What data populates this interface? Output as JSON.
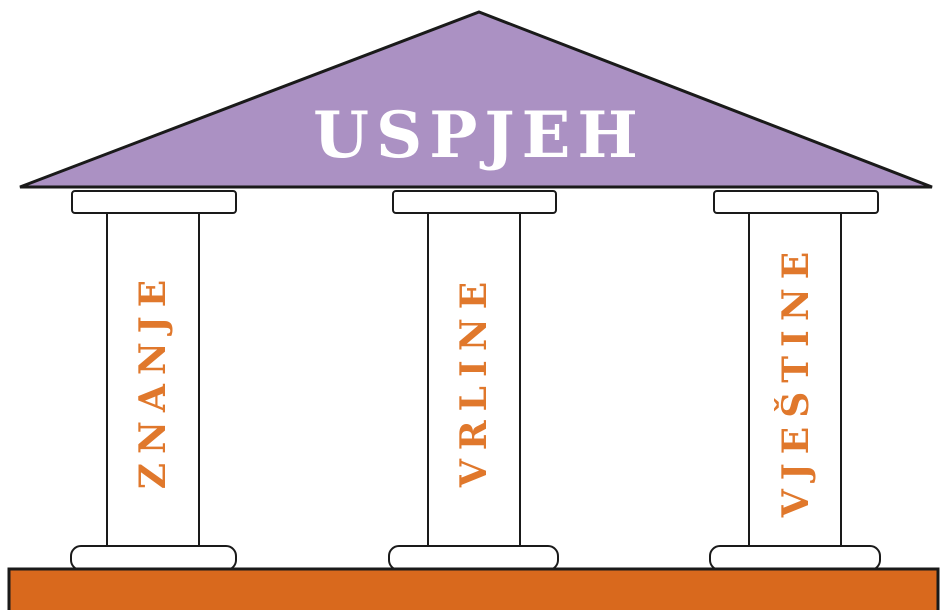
{
  "title": "USPJEH",
  "pillars": [
    {
      "label": "ZNANJE"
    },
    {
      "label": "VRLINE"
    },
    {
      "label": "VJEŠTINE"
    }
  ],
  "colors": {
    "roof": "#ab91c3",
    "title": "#ffffff",
    "pillar_text": "#e0782c",
    "base": "#d9691d",
    "outline": "#1a1a1a",
    "pillar_fill": "#ffffff"
  }
}
